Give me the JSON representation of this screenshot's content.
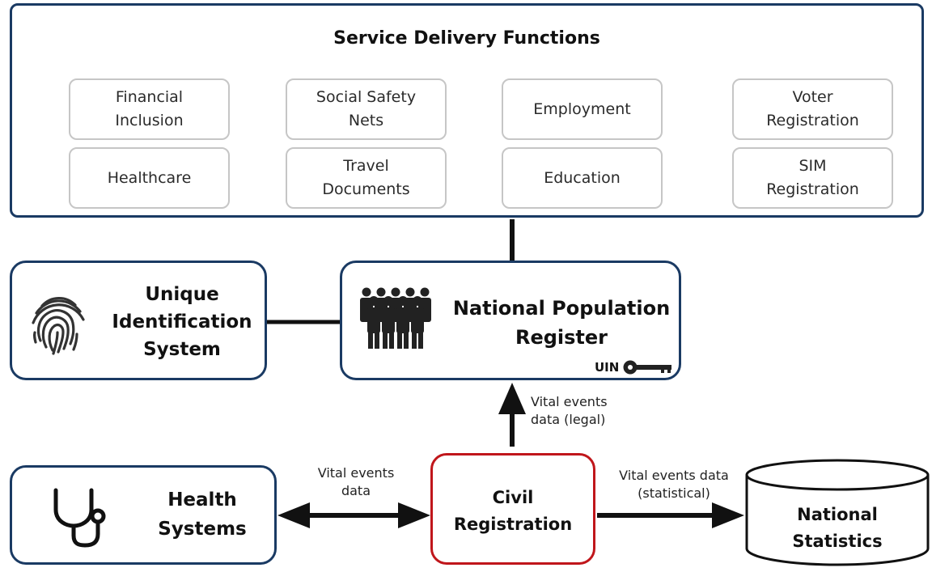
{
  "service_delivery": {
    "title": "Service Delivery Functions",
    "items": [
      "Financial\nInclusion",
      "Social Safety\nNets",
      "Employment",
      "Voter\nRegistration",
      "Healthcare",
      "Travel\nDocuments",
      "Education",
      "SIM\nRegistration"
    ]
  },
  "uid": {
    "label": "Unique\nIdentification\nSystem",
    "icon": "fingerprint-icon"
  },
  "npr": {
    "label": "National Population\nRegister",
    "icon": "people-group-icon",
    "uin_label": "UIN",
    "key_icon": "key-icon"
  },
  "health": {
    "label": "Health\nSystems",
    "icon": "stethoscope-icon"
  },
  "civil": {
    "label": "Civil\nRegistration"
  },
  "stats": {
    "label": "National\nStatistics"
  },
  "edges": {
    "legal": "Vital events\ndata (legal)",
    "health_civil": "Vital events\ndata",
    "statistical": "Vital events data\n(statistical)"
  },
  "colors": {
    "frame": "#1a3a63",
    "civil_border": "#c0161b",
    "service_border": "#c6c6c6"
  }
}
